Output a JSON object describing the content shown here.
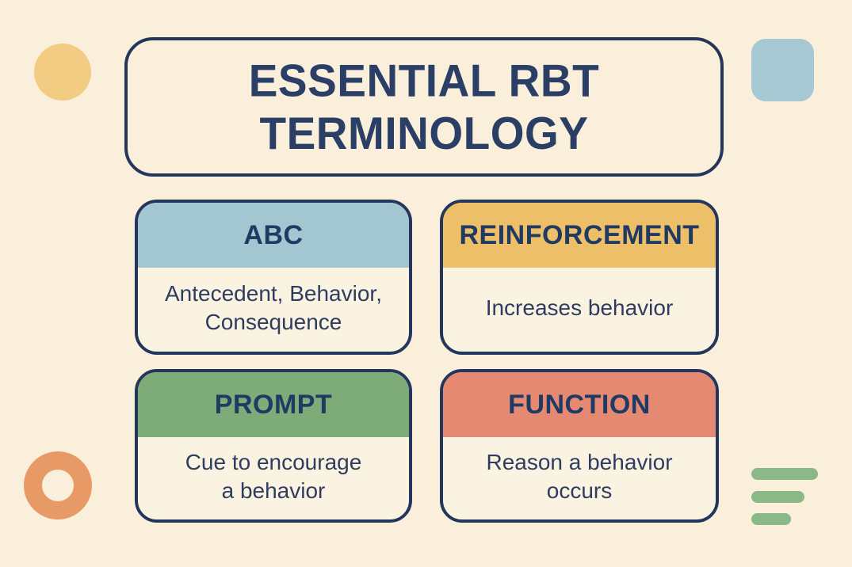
{
  "page": {
    "title": "ESSENTIAL RBT\nTERMINOLOGY",
    "background_color": "#f9efdb",
    "outline_color": "#24365c",
    "title_text_color": "#2a3e66"
  },
  "cards": [
    {
      "title": "ABC",
      "definition": "Antecedent, Behavior,\nConsequence",
      "header_color": "#a3c7d1"
    },
    {
      "title": "REINFORCEMENT",
      "definition": "Increases behavior",
      "header_color": "#edbf68"
    },
    {
      "title": "PROMPT",
      "definition": "Cue to encourage\na behavior",
      "header_color": "#7dac79"
    },
    {
      "title": "FUNCTION",
      "definition": "Reason a behavior\noccurs",
      "header_color": "#e68972"
    }
  ],
  "decorations": {
    "circle_color": "#f3cc83",
    "square_color": "#a5c8d3",
    "ring_color": "#e89a66",
    "bars_color": "#8bb887"
  }
}
